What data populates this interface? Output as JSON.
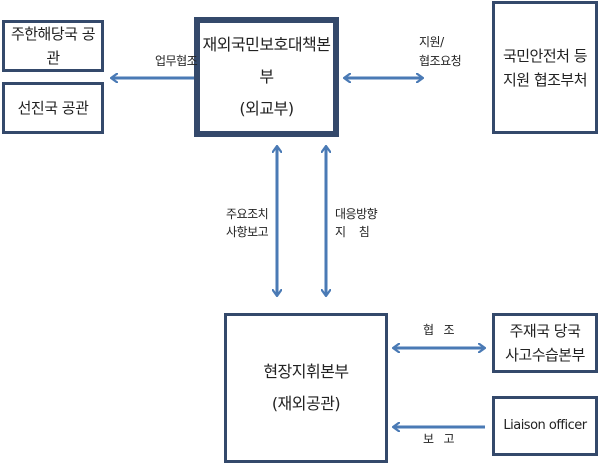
{
  "boxes": {
    "local_embassy": "주한해당국 공관",
    "advanced_embassy": "선진국 공관",
    "hq_line1": "재외국민보호대책본부",
    "hq_line2": "(외교부)",
    "support_line1": "국민안전처 등",
    "support_line2": "지원 협조부처",
    "field_line1": "현장지휘본부",
    "field_line2": "(재외공관)",
    "host_line1": "주재국 당국",
    "host_line2": "사고수습본부",
    "liaison": "Liaison officer"
  },
  "arrows": {
    "cooperation": "업무협조",
    "support_line1": "지원/",
    "support_line2": "협조요청",
    "report_line1": "주요조치",
    "report_line2": "사항보고",
    "guidance_line1": "대응방향",
    "guidance_line2": "지    침",
    "host_coop": "협   조",
    "liaison_report": "보   고"
  },
  "colors": {
    "border": "#34496b",
    "arrow": "#4a7ab5"
  }
}
